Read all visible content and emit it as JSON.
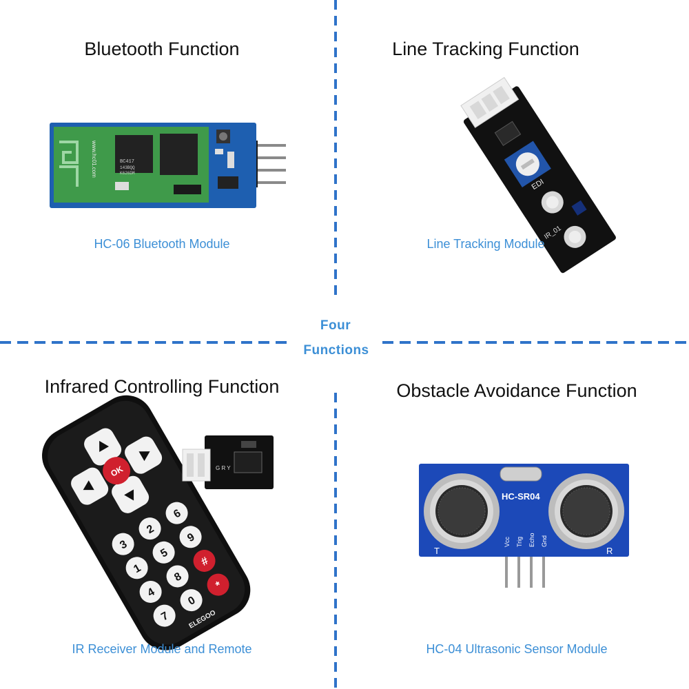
{
  "colors": {
    "divider": "#2f73c9",
    "caption": "#3c8fd6",
    "center_label": "#3c8fd6",
    "title": "#111111"
  },
  "center": {
    "line1": "Four",
    "line2": "Functions"
  },
  "quadrants": {
    "bluetooth": {
      "title": "Bluetooth Function",
      "caption": "HC-06 Bluetooth Module",
      "chip1": "BC417",
      "chip1_sub": "143BQQ",
      "chip1_sub2": "K626DM",
      "side_text": "www.hc01.com"
    },
    "line_tracking": {
      "title": "Line Tracking Function",
      "caption": "Line Tracking Module",
      "board_label": "IR_01",
      "pot_label": "EDI"
    },
    "infrared": {
      "title": "Infrared Controlling Function",
      "caption": "IR Receiver Module and Remote",
      "remote_brand": "ELEGOO",
      "ok": "OK",
      "keys": [
        "3",
        "2",
        "6",
        "1",
        "5",
        "9",
        "4",
        "8",
        "#",
        "7",
        "0",
        "*"
      ],
      "receiver_pins": "G R Y"
    },
    "obstacle": {
      "title": "Obstacle Avoidance Function",
      "caption": "HC-04 Ultrasonic Sensor Module",
      "board_label": "HC-SR04",
      "pins": [
        "Vcc",
        "Trig",
        "Echo",
        "Gnd"
      ],
      "t_label": "T",
      "r_label": "R"
    }
  }
}
